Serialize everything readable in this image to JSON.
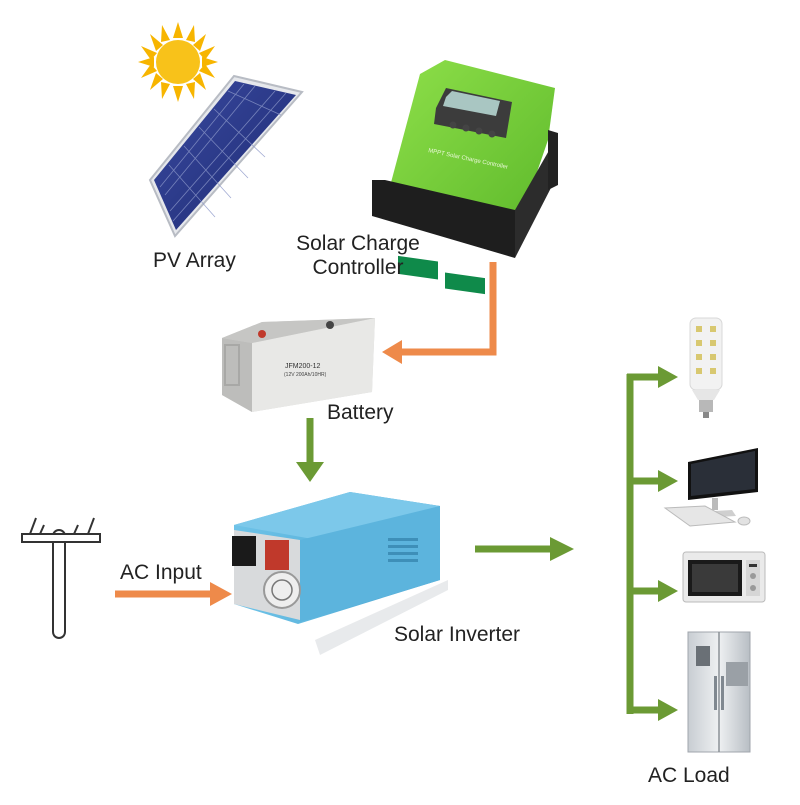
{
  "labels": {
    "pv_array": "PV Array",
    "charge_controller_line1": "Solar Charge",
    "charge_controller_line2": "Controller",
    "battery": "Battery",
    "ac_input": "AC Input",
    "solar_inverter": "Solar Inverter",
    "ac_load": "AC Load"
  },
  "device_text": {
    "battery_model": "JFM200-12",
    "battery_spec": "(12V 200Ah/10HR)",
    "controller_brand": "MPPT Solar Charge Controller"
  },
  "colors": {
    "orange_arrow": "#ee8a4a",
    "green_arrow": "#6b9a34",
    "controller_green": "#7ad23a",
    "inverter_blue": "#5cb4dd",
    "sun": "#f7b500"
  },
  "icons": [
    "sun-icon",
    "solar-panel-icon",
    "charge-controller-icon",
    "battery-icon",
    "utility-pole-icon",
    "inverter-icon",
    "light-bulb-icon",
    "computer-icon",
    "microwave-icon",
    "refrigerator-icon"
  ]
}
